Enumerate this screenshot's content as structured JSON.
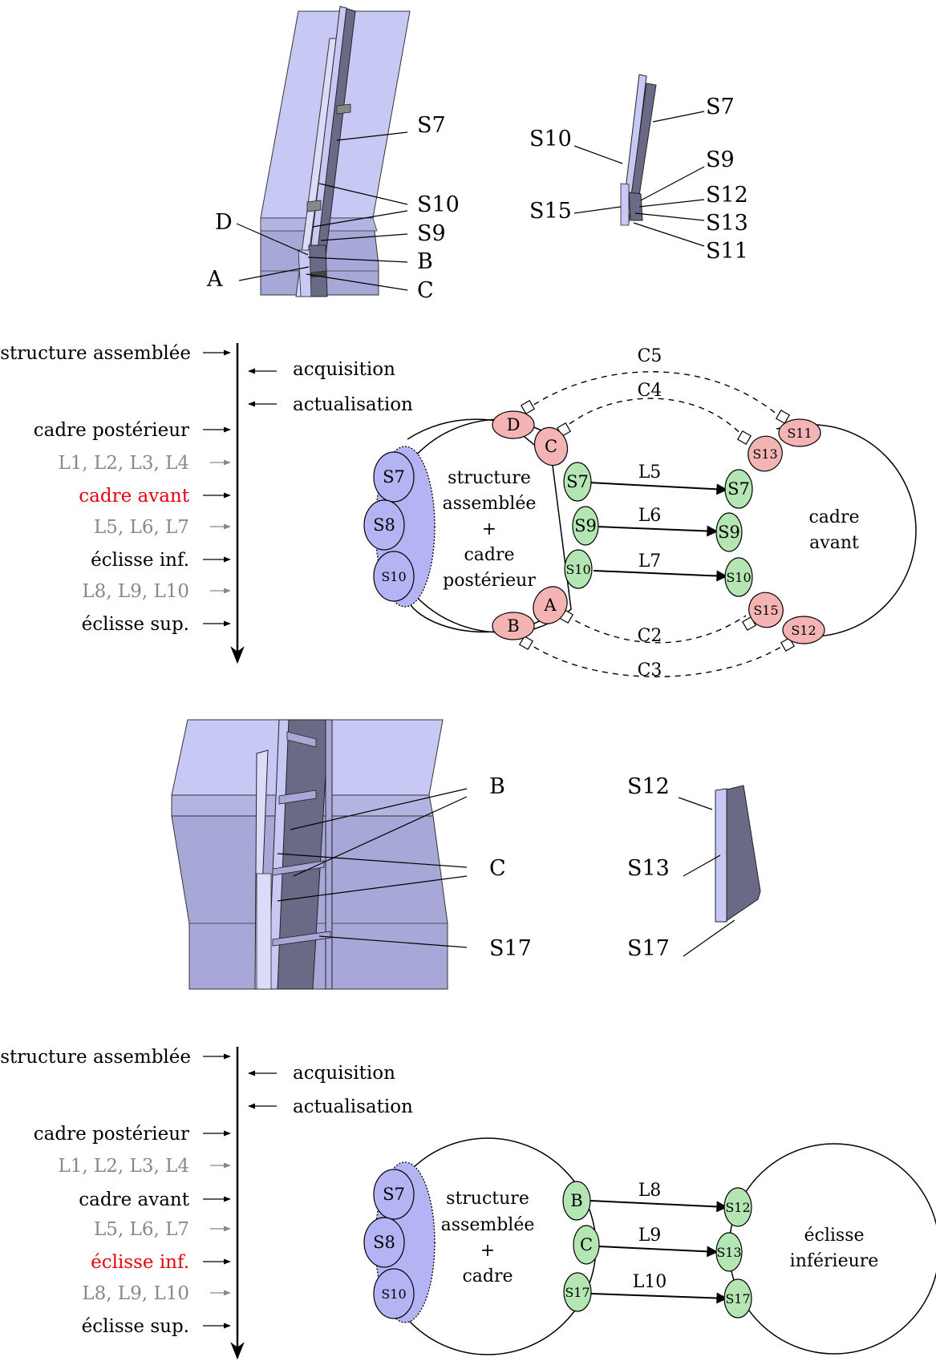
{
  "colors": {
    "assembly_light": "#c8c8f4",
    "assembly_mid": "#a8a8d8",
    "assembly_dark": "#6a6a86",
    "node_green": "#b4e6b4",
    "node_red": "#f4b4b4",
    "node_blue": "#b4b4f4",
    "highlight_red": "#e8000b",
    "inactive_gray": "#888888"
  },
  "top_left_view": {
    "labels": {
      "s7": "S7",
      "s10": "S10",
      "s9": "S9",
      "b": "B",
      "c": "C",
      "d": "D",
      "a": "A"
    }
  },
  "top_right_view": {
    "labels": {
      "s7": "S7",
      "s10": "S10",
      "s9": "S9",
      "s15": "S15",
      "s12": "S12",
      "s13": "S13",
      "s11": "S11"
    }
  },
  "timeline1": {
    "items": [
      {
        "label": "structure assemblée",
        "style": "normal"
      },
      {
        "label": "cadre postérieur",
        "style": "normal"
      },
      {
        "label": "L1, L2, L3, L4",
        "style": "gray"
      },
      {
        "label": "cadre avant",
        "style": "red"
      },
      {
        "label": "L5, L6, L7",
        "style": "gray"
      },
      {
        "label": "éclisse inf.",
        "style": "normal"
      },
      {
        "label": "L8, L9, L10",
        "style": "gray"
      },
      {
        "label": "éclisse sup.",
        "style": "normal"
      }
    ],
    "events": [
      "acquisition",
      "actualisation"
    ]
  },
  "graph1": {
    "left_text": [
      "structure",
      "assemblée",
      "+",
      "cadre",
      "postérieur"
    ],
    "right_text": [
      "cadre",
      "avant"
    ],
    "blue_nodes": [
      "S7",
      "S8",
      "S10"
    ],
    "left_nodes": {
      "d": "D",
      "c": "C",
      "s7": "S7",
      "s9": "S9",
      "s10": "S10",
      "a": "A",
      "b": "B"
    },
    "right_nodes": {
      "s11": "S11",
      "s13": "S13",
      "s7": "S7",
      "s9": "S9",
      "s10": "S10",
      "s15": "S15",
      "s12": "S12"
    },
    "links": [
      "L5",
      "L6",
      "L7"
    ],
    "contacts": [
      "C5",
      "C4",
      "C2",
      "C3"
    ]
  },
  "bottom_left_view": {
    "labels": {
      "b": "B",
      "c": "C",
      "s17": "S17"
    }
  },
  "bottom_right_view": {
    "labels": {
      "s12": "S12",
      "s13": "S13",
      "s17": "S17"
    }
  },
  "timeline2": {
    "items": [
      {
        "label": "structure assemblée",
        "style": "normal"
      },
      {
        "label": "cadre postérieur",
        "style": "normal"
      },
      {
        "label": "L1, L2, L3, L4",
        "style": "gray"
      },
      {
        "label": "cadre avant",
        "style": "normal"
      },
      {
        "label": "L5, L6, L7",
        "style": "gray"
      },
      {
        "label": "éclisse inf.",
        "style": "red"
      },
      {
        "label": "L8, L9, L10",
        "style": "gray"
      },
      {
        "label": "éclisse sup.",
        "style": "normal"
      }
    ],
    "events": [
      "acquisition",
      "actualisation"
    ]
  },
  "graph2": {
    "left_text": [
      "structure",
      "assemblée",
      "+",
      "cadre"
    ],
    "right_text": [
      "éclisse",
      "inférieure"
    ],
    "blue_nodes": [
      "S7",
      "S8",
      "S10"
    ],
    "left_nodes": {
      "b": "B",
      "c": "C",
      "s17": "S17"
    },
    "right_nodes": {
      "s12": "S12",
      "s13": "S13",
      "s17": "S17"
    },
    "links": [
      "L8",
      "L9",
      "L10"
    ]
  }
}
